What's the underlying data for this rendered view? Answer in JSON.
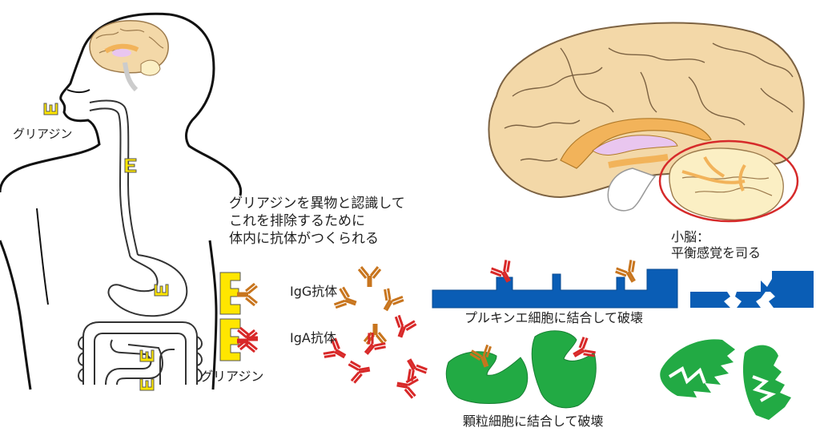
{
  "labels": {
    "gliadin_mouth": "グリアジン",
    "explanation_line1": "グリアジンを異物と認識して",
    "explanation_line2": "これを排除するために",
    "explanation_line3": "体内に抗体がつくられる",
    "igg": "IgG抗体",
    "iga": "IgA抗体",
    "gliadin_intestine": "グリアジン",
    "cerebellum_line1": "小脳：",
    "cerebellum_line2": "平衡感覚を司る",
    "purkinje": "プルキンエ細胞に結合して破壊",
    "granule": "顆粒細胞に結合して破壊"
  },
  "colors": {
    "gliadin": "#ffe600",
    "igg_antibody": "#c8751e",
    "iga_antibody": "#d82828",
    "purkinje_cell": "#0a5db5",
    "granule_cell": "#22aa44",
    "brain": "#f3d8a8",
    "cerebellum_highlight": "#d62a2a",
    "corpus_callosum": "#f2b35a",
    "ventricle": "#e9c6ef"
  }
}
